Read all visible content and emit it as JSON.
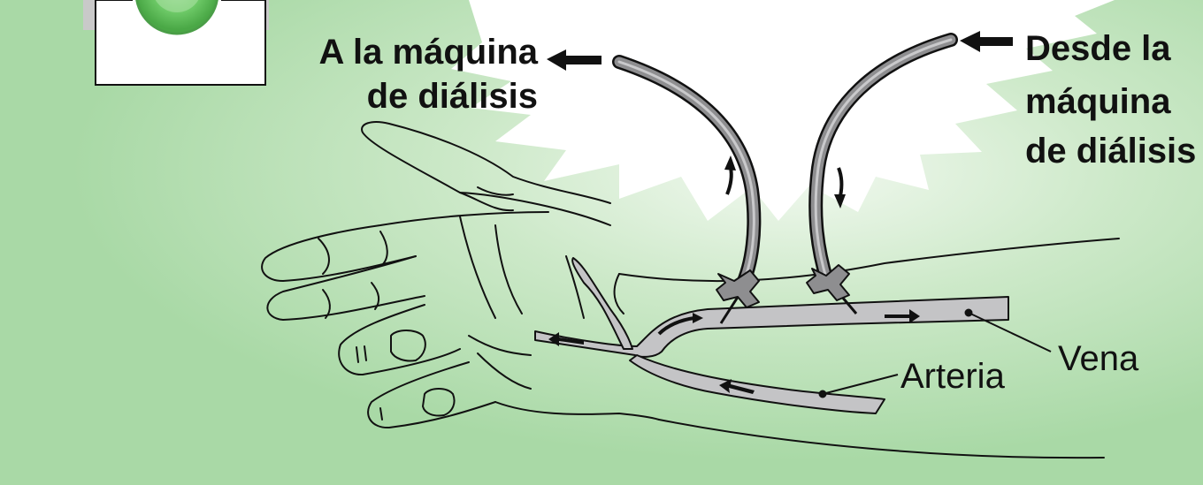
{
  "labels": {
    "to_machine_line1": "A la máquina",
    "to_machine_line2": "de diálisis",
    "from_machine_line1": "Desde la",
    "from_machine_line2": "máquina",
    "from_machine_line3": "de diálisis",
    "vein": "Vena",
    "artery": "Arteria"
  },
  "colors": {
    "background": "#a9d9a6",
    "glow": "#ffffff",
    "vessel": "#c4c4c6",
    "tube": "#8e8e90",
    "outline": "#111111",
    "indicator": "#5fbf5c"
  },
  "icons": [
    "indicator-light-icon",
    "arrow-left-icon",
    "flow-arrow-icon",
    "needle-icon"
  ]
}
